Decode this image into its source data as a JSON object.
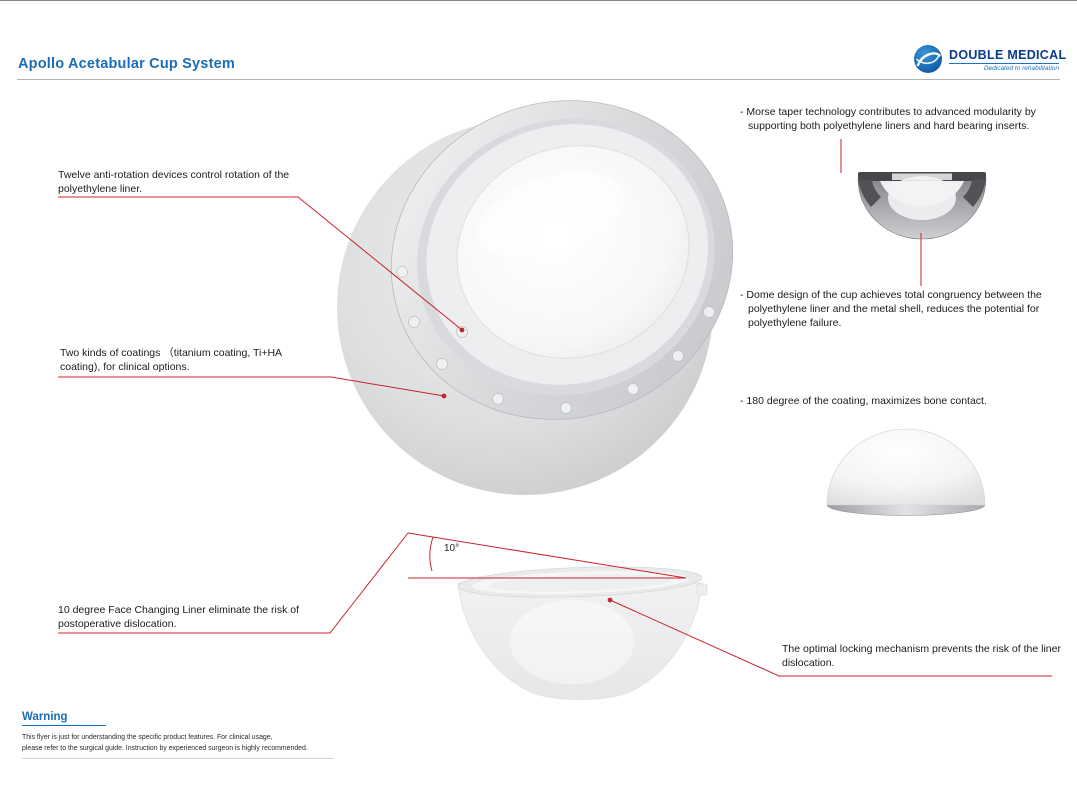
{
  "header": {
    "title": "Apollo Acetabular Cup System",
    "logo_name": "DOUBLE MEDICAL",
    "logo_tagline": "Dedicated to rehabilitation"
  },
  "annotations": {
    "anti_rotation": "Twelve anti-rotation devices control rotation of the polyethylene liner.",
    "coatings": "Two kinds of coatings （titanium coating, Ti+HA coating), for clinical options.",
    "morse_taper": "- Morse taper technology contributes to advanced modularity by supporting both polyethylene liners and hard bearing inserts.",
    "dome_design": "- Dome design of the cup achieves total congruency between the polyethylene liner and the metal shell, reduces the potential for polyethylene failure.",
    "coating_180": "- 180 degree of the coating, maximizes bone contact.",
    "face_changing_liner": "10 degree Face Changing Liner eliminate the risk of postoperative dislocation.",
    "locking_mechanism": "The optimal locking mechanism prevents the risk of the liner dislocation.",
    "angle_label": "10°"
  },
  "warning": {
    "title": "Warning",
    "line1": "This flyer is just for understanding the specific product features. For clinical usage,",
    "line2": "please refer to the surgical guide. Instruction by experienced surgeon is highly recommended."
  },
  "colors": {
    "accent_blue": "#1a6db6",
    "logo_blue": "#0b3b8e",
    "leader_red": "#c9252c"
  }
}
